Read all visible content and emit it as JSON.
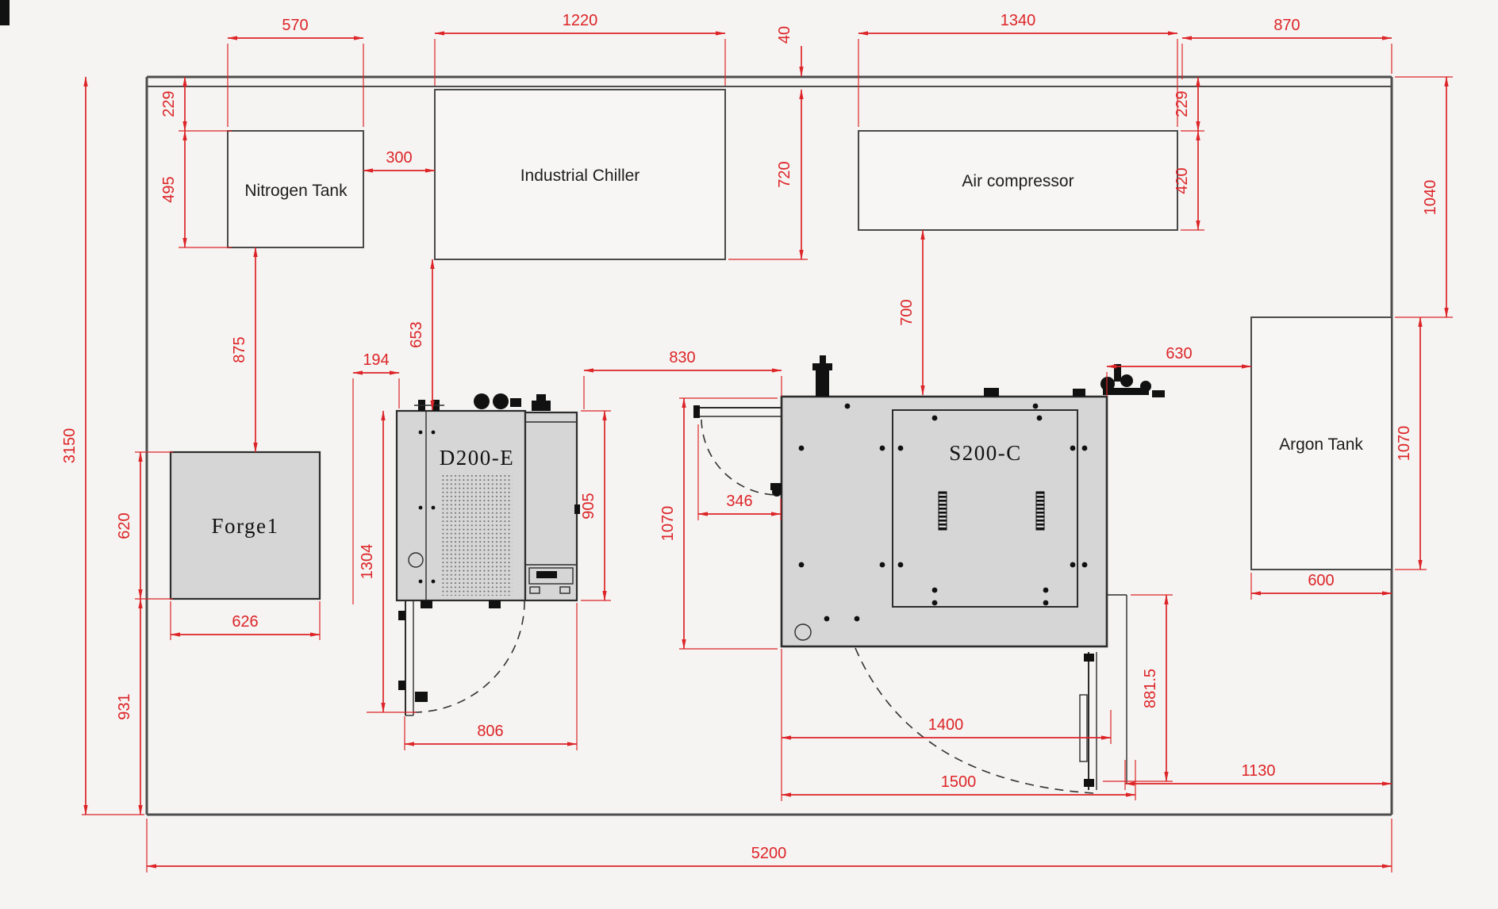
{
  "drawing": {
    "equipment": {
      "nitrogen_tank": {
        "label": "Nitrogen Tank"
      },
      "industrial_chiller": {
        "label": "Industrial Chiller"
      },
      "air_compressor": {
        "label": "Air compressor"
      },
      "argon_tank": {
        "label": "Argon Tank"
      },
      "forge": {
        "label": "Forge1"
      },
      "d200": {
        "label": "D200-E"
      },
      "s200": {
        "label": "S200-C"
      }
    },
    "dims": {
      "nitrogen_width": "570",
      "chiller_width": "1220",
      "chiller_offset": "40",
      "compressor_width": "1340",
      "compressor_right_gap": "870",
      "wall_to_nitrogen": "229",
      "nitrogen_height": "495",
      "room_height": "3150",
      "nitrogen_to_chiller": "300",
      "chiller_height": "720",
      "nitrogen_to_forge": "875",
      "forge_gap": "194",
      "chiller_to_d200": "653",
      "d200_to_s200": "830",
      "compressor_to_s200": "700",
      "s200_to_argon": "630",
      "wall_to_compressor": "229",
      "compressor_height": "420",
      "wall_to_argon": "1040",
      "argon_height": "1070",
      "forge_height": "620",
      "d200_total_height": "1304",
      "d200_right_height": "905",
      "s200_door_width": "346",
      "s200_left_height": "1070",
      "forge_width": "626",
      "forge_to_wall": "931",
      "d200_width": "806",
      "s200_width": "1400",
      "s200_door_height": "881.5",
      "s200_total_width": "1500",
      "door_to_wall": "1130",
      "argon_width": "600",
      "room_width": "5200"
    },
    "colors": {
      "dimension": "#dd2428",
      "wall": "#4d4d4d",
      "machine_fill": "#d6d6d6",
      "background": "#f5f4f2"
    }
  }
}
